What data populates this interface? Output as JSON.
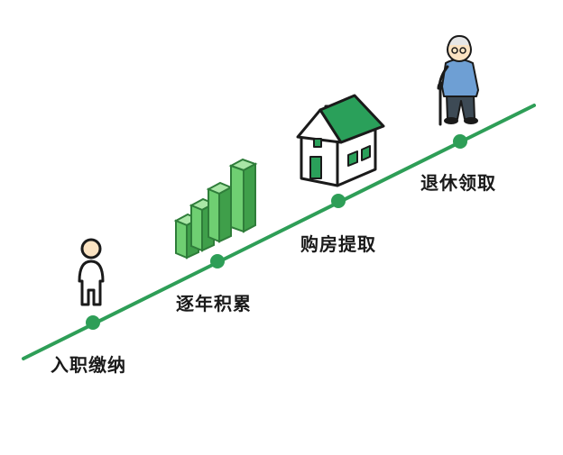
{
  "colors": {
    "line": "#2e9e57",
    "dot": "#2e9e57",
    "house_roof": "#2aa05a",
    "bar_fill": "#7dd37f",
    "bar_dark": "#3f9f4a",
    "skin": "#fbe3c2",
    "elder_shirt": "#6e9fd4",
    "elder_pants": "#3d4a55"
  },
  "stages": [
    {
      "label": "入职缴纳",
      "icon": "person-icon"
    },
    {
      "label": "逐年积累",
      "icon": "growth-bars-icon"
    },
    {
      "label": "购房提取",
      "icon": "house-icon"
    },
    {
      "label": "退休领取",
      "icon": "elderly-person-icon"
    }
  ]
}
